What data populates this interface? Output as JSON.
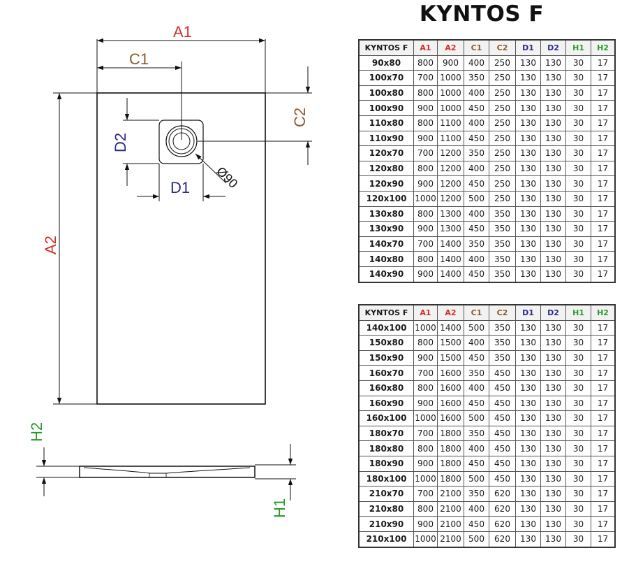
{
  "title": "KYNTOS F",
  "colors": {
    "A": "#d0302a",
    "C": "#8b5a2b",
    "D": "#2a2a8a",
    "H": "#2a9a2a"
  },
  "drawing": {
    "label_a1": "A1",
    "label_a2": "A2",
    "label_c1": "C1",
    "label_c2": "C2",
    "label_d1": "D1",
    "label_d2": "D2",
    "label_h1": "H1",
    "label_h2": "H2",
    "label_drain": "Ø90"
  },
  "table_header": [
    "KYNTOS F",
    "A1",
    "A2",
    "C1",
    "C2",
    "D1",
    "D2",
    "H1",
    "H2"
  ],
  "tables": [
    [
      [
        "90x80",
        "800",
        "900",
        "400",
        "250",
        "130",
        "130",
        "30",
        "17"
      ],
      [
        "100x70",
        "700",
        "1000",
        "350",
        "250",
        "130",
        "130",
        "30",
        "17"
      ],
      [
        "100x80",
        "800",
        "1000",
        "400",
        "250",
        "130",
        "130",
        "30",
        "17"
      ],
      [
        "100x90",
        "900",
        "1000",
        "450",
        "250",
        "130",
        "130",
        "30",
        "17"
      ],
      [
        "110x80",
        "800",
        "1100",
        "400",
        "250",
        "130",
        "130",
        "30",
        "17"
      ],
      [
        "110x90",
        "900",
        "1100",
        "450",
        "250",
        "130",
        "130",
        "30",
        "17"
      ],
      [
        "120x70",
        "700",
        "1200",
        "350",
        "250",
        "130",
        "130",
        "30",
        "17"
      ],
      [
        "120x80",
        "800",
        "1200",
        "400",
        "250",
        "130",
        "130",
        "30",
        "17"
      ],
      [
        "120x90",
        "900",
        "1200",
        "450",
        "250",
        "130",
        "130",
        "30",
        "17"
      ],
      [
        "120x100",
        "1000",
        "1200",
        "500",
        "250",
        "130",
        "130",
        "30",
        "17"
      ],
      [
        "130x80",
        "800",
        "1300",
        "400",
        "350",
        "130",
        "130",
        "30",
        "17"
      ],
      [
        "130x90",
        "900",
        "1300",
        "450",
        "350",
        "130",
        "130",
        "30",
        "17"
      ],
      [
        "140x70",
        "700",
        "1400",
        "350",
        "350",
        "130",
        "130",
        "30",
        "17"
      ],
      [
        "140x80",
        "800",
        "1400",
        "400",
        "350",
        "130",
        "130",
        "30",
        "17"
      ],
      [
        "140x90",
        "900",
        "1400",
        "450",
        "350",
        "130",
        "130",
        "30",
        "17"
      ]
    ],
    [
      [
        "140x100",
        "1000",
        "1400",
        "500",
        "350",
        "130",
        "130",
        "30",
        "17"
      ],
      [
        "150x80",
        "800",
        "1500",
        "400",
        "350",
        "130",
        "130",
        "30",
        "17"
      ],
      [
        "150x90",
        "900",
        "1500",
        "450",
        "350",
        "130",
        "130",
        "30",
        "17"
      ],
      [
        "160x70",
        "700",
        "1600",
        "350",
        "450",
        "130",
        "130",
        "30",
        "17"
      ],
      [
        "160x80",
        "800",
        "1600",
        "400",
        "450",
        "130",
        "130",
        "30",
        "17"
      ],
      [
        "160x90",
        "900",
        "1600",
        "450",
        "450",
        "130",
        "130",
        "30",
        "17"
      ],
      [
        "160x100",
        "1000",
        "1600",
        "500",
        "450",
        "130",
        "130",
        "30",
        "17"
      ],
      [
        "180x70",
        "700",
        "1800",
        "350",
        "450",
        "130",
        "130",
        "30",
        "17"
      ],
      [
        "180x80",
        "800",
        "1800",
        "400",
        "450",
        "130",
        "130",
        "30",
        "17"
      ],
      [
        "180x90",
        "900",
        "1800",
        "450",
        "450",
        "130",
        "130",
        "30",
        "17"
      ],
      [
        "180x100",
        "1000",
        "1800",
        "500",
        "450",
        "130",
        "130",
        "30",
        "17"
      ],
      [
        "210x70",
        "700",
        "2100",
        "350",
        "620",
        "130",
        "130",
        "30",
        "17"
      ],
      [
        "210x80",
        "800",
        "2100",
        "400",
        "620",
        "130",
        "130",
        "30",
        "17"
      ],
      [
        "210x90",
        "900",
        "2100",
        "450",
        "620",
        "130",
        "130",
        "30",
        "17"
      ],
      [
        "210x100",
        "1000",
        "2100",
        "500",
        "620",
        "130",
        "130",
        "30",
        "17"
      ]
    ]
  ]
}
